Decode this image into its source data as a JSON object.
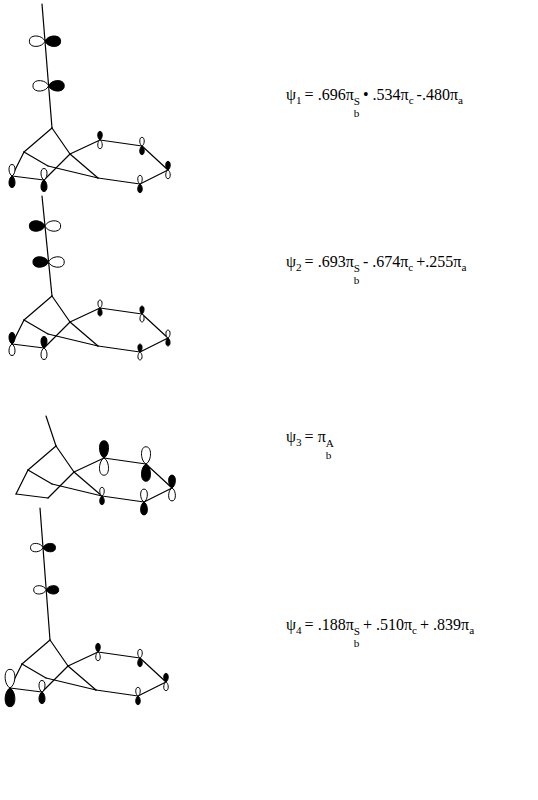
{
  "diagram": {
    "labels": [
      "ψ",
      "1",
      "= .696π",
      "b",
      "S",
      "• .534π",
      "c",
      "-.480π",
      "a",
      "ψ",
      "2",
      "= .693π",
      "b",
      "S",
      "- .674π",
      "c",
      "+.255π",
      "a",
      "ψ",
      "3",
      "= π",
      "b",
      "A",
      "ψ",
      "4",
      "= .188π",
      "b",
      "S",
      "+ .510π",
      "c",
      "+ .839π",
      "a"
    ]
  }
}
